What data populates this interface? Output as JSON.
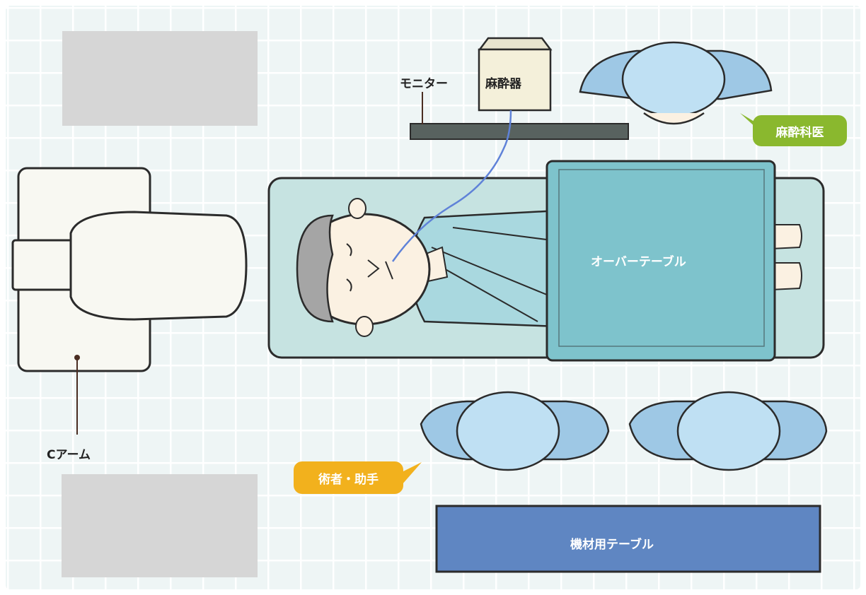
{
  "labels": {
    "monitor": "モニター",
    "anesthesia_machine": "麻酔器",
    "anesthesiologist": "麻酔科医",
    "overbed_table": "オーバーテーブル",
    "c_arm": "Cアーム",
    "surgeons": "術者・助手",
    "instrument_table": "機材用テーブル"
  },
  "colors": {
    "grid_background": "#eef5f5",
    "grid_line": "#ffffff",
    "gray_block": "#d6d6d6",
    "bed": "#c6e3e1",
    "drape": "#7ec3cc",
    "instrument_table": "#5f86c2",
    "monitor_bar": "#58625f",
    "gown": "#9ec8e5",
    "cap": "#bfe0f3",
    "anesthesiologist_badge": "#8ab82e",
    "surgeon_badge": "#f2b11d",
    "tube": "#5f82d8"
  }
}
